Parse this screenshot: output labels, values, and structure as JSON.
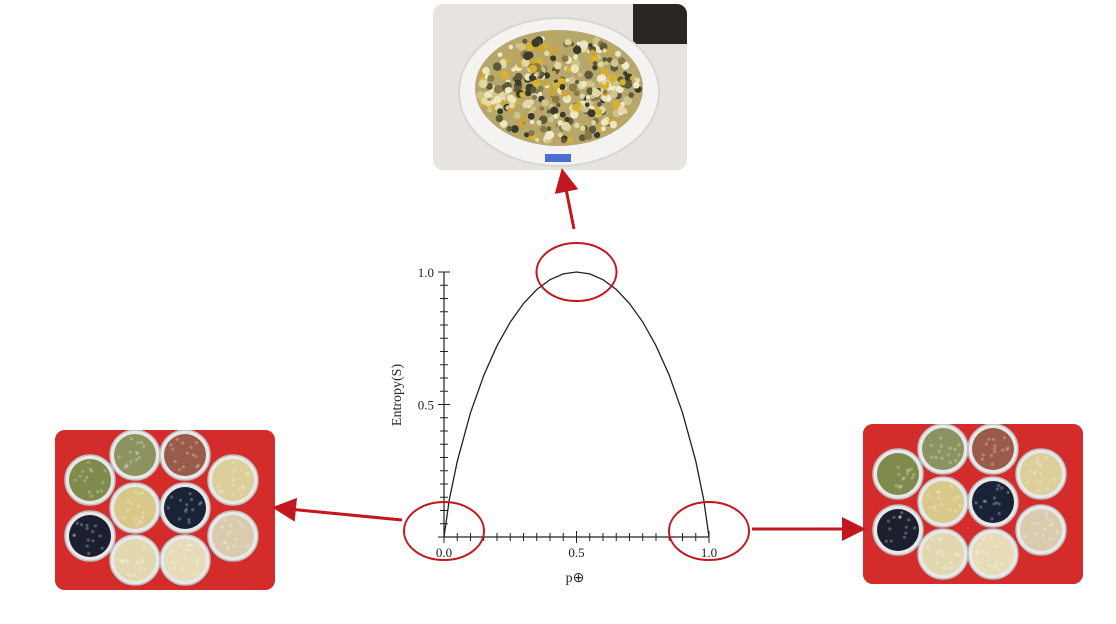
{
  "chart_data": {
    "type": "line",
    "xlabel": "p⊕",
    "ylabel": "Entropy(S)",
    "xlim": [
      0,
      1
    ],
    "ylim": [
      0,
      1
    ],
    "x_ticks": [
      "0.0",
      "0.5",
      "1.0"
    ],
    "y_ticks": [
      "0.5",
      "1.0"
    ],
    "series": [
      {
        "x": [
          0,
          0.02,
          0.05,
          0.1,
          0.15,
          0.2,
          0.25,
          0.3,
          0.35,
          0.4,
          0.45,
          0.5,
          0.55,
          0.6,
          0.65,
          0.7,
          0.75,
          0.8,
          0.85,
          0.9,
          0.95,
          0.98,
          1
        ],
        "y": [
          0,
          0.141,
          0.286,
          0.469,
          0.61,
          0.722,
          0.811,
          0.881,
          0.934,
          0.971,
          0.993,
          1,
          0.993,
          0.971,
          0.934,
          0.881,
          0.811,
          0.722,
          0.61,
          0.469,
          0.286,
          0.141,
          0
        ]
      }
    ],
    "grid": false,
    "highlight_regions_x": [
      0.0,
      0.5,
      1.0
    ]
  },
  "colors": {
    "accent": "#c0181e",
    "photo_red": "#d42b2b"
  },
  "photos": {
    "top": "mixed-beans-bowl",
    "left": "sorted-beans-dishes",
    "right": "sorted-beans-dishes"
  }
}
